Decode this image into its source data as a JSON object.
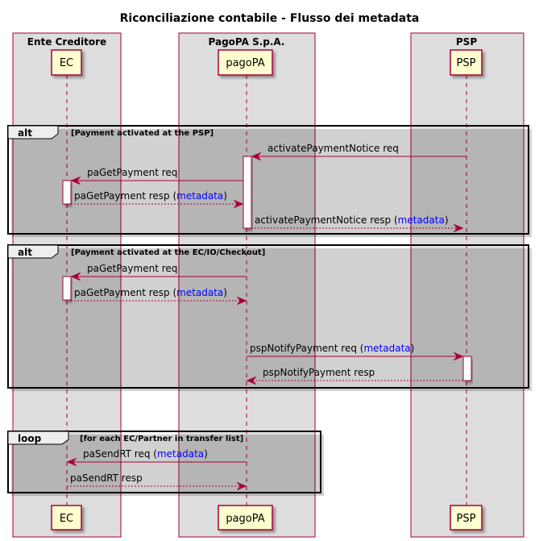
{
  "title": "Riconciliazione contabile - Flusso dei metadata",
  "colors": {
    "line": "#a80036",
    "box_fill": "#dddddd",
    "participant_fill": "#fefece",
    "frame_label_fill": "#eeeeee",
    "metadata_text": "#0000ff"
  },
  "boxes": [
    {
      "id": "box-ec",
      "title": "Ente Creditore"
    },
    {
      "id": "box-pagopa",
      "title": "PagoPA S.p.A."
    },
    {
      "id": "box-psp",
      "title": "PSP"
    }
  ],
  "participants": [
    {
      "id": "ec",
      "label": "EC"
    },
    {
      "id": "pagopa",
      "label": "pagoPA"
    },
    {
      "id": "psp",
      "label": "PSP"
    }
  ],
  "frames": [
    {
      "kind": "alt",
      "condition": "[Payment activated at the PSP]",
      "messages": [
        {
          "from": "psp",
          "to": "pagopa",
          "style": "sync",
          "text": "activatePaymentNotice req",
          "metadata": ""
        },
        {
          "from": "pagopa",
          "to": "ec",
          "style": "sync",
          "text": "paGetPayment req",
          "metadata": ""
        },
        {
          "from": "ec",
          "to": "pagopa",
          "style": "reply",
          "text": "paGetPayment resp (",
          "metadata": "metadata",
          "suffix": ")"
        },
        {
          "from": "pagopa",
          "to": "psp",
          "style": "reply",
          "text": "activatePaymentNotice resp (",
          "metadata": "metadata",
          "suffix": ")"
        }
      ]
    },
    {
      "kind": "alt",
      "condition": "[Payment activated at the EC/IO/Checkout]",
      "messages": [
        {
          "from": "pagopa",
          "to": "ec",
          "style": "sync",
          "text": "paGetPayment req",
          "metadata": ""
        },
        {
          "from": "ec",
          "to": "pagopa",
          "style": "reply",
          "text": "paGetPayment resp (",
          "metadata": "metadata",
          "suffix": ")"
        },
        {
          "from": "pagopa",
          "to": "psp",
          "style": "sync",
          "text": "pspNotifyPayment req (",
          "metadata": "metadata",
          "suffix": ")"
        },
        {
          "from": "psp",
          "to": "pagopa",
          "style": "reply",
          "text": "pspNotifyPayment resp",
          "metadata": ""
        }
      ]
    },
    {
      "kind": "loop",
      "condition": "[for each EC/Partner in transfer list]",
      "messages": [
        {
          "from": "pagopa",
          "to": "ec",
          "style": "sync",
          "text": "paSendRT req (",
          "metadata": "metadata",
          "suffix": ")"
        },
        {
          "from": "ec",
          "to": "pagopa",
          "style": "reply",
          "text": "paSendRT resp",
          "metadata": ""
        }
      ]
    }
  ]
}
